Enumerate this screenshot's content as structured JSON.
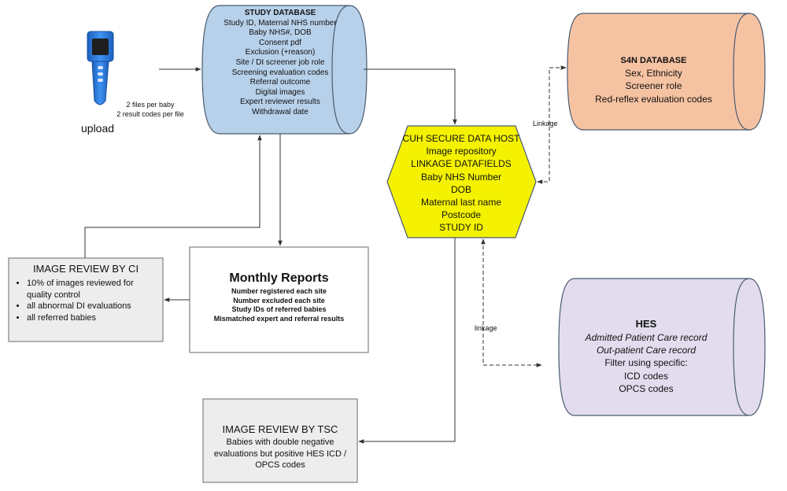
{
  "device": {
    "upload_label": "upload",
    "files_note": [
      "2 files per baby",
      "2 result codes per file"
    ]
  },
  "study_db": {
    "title": "STUDY DATABASE",
    "fields": [
      "Study ID, Maternal NHS number",
      "Baby NHS#, DOB",
      "Consent pdf",
      "Exclusion (+reason)",
      "Site / DI screener job role",
      "Screening evaluation codes",
      "Referral outcome",
      "Digital images",
      "Expert reviewer results",
      "Withdrawal date"
    ]
  },
  "s4n_db": {
    "title": "S4N DATABASE",
    "fields": [
      "Sex, Ethnicity",
      "Screener role",
      "Red-reflex evaluation codes"
    ]
  },
  "cuh_host": {
    "lines": [
      "CUH SECURE DATA HOST",
      "Image repository",
      "LINKAGE DATAFIELDS",
      "Baby NHS Number",
      "DOB",
      "Maternal last name",
      "Postcode",
      "STUDY ID"
    ]
  },
  "image_review_ci": {
    "title": "IMAGE REVIEW BY CI",
    "items": [
      "10% of images reviewed for quality control",
      "all abnormal DI evaluations",
      "all referred babies"
    ]
  },
  "monthly_reports": {
    "title": "Monthly Reports",
    "items": [
      "Number registered each site",
      "Number excluded each site",
      "Study IDs of referred babies",
      "Mismatched expert  and referral results"
    ]
  },
  "hes": {
    "title": "HES",
    "italic_lines": [
      "Admitted Patient Care record",
      "Out-patient Care record"
    ],
    "lines": [
      "Filter using specific:",
      "ICD codes",
      "OPCS codes"
    ]
  },
  "image_review_tsc": {
    "title": "IMAGE REVIEW BY TSC",
    "lines": [
      "Babies with double negative",
      "evaluations but positive HES ICD /",
      "OPCS codes"
    ]
  },
  "links": {
    "linkage_upper": "Linkage",
    "linkage_lower": "linkage"
  },
  "colors": {
    "study_db_fill": "#b7d1ea",
    "s4n_fill": "#f6c3a2",
    "cuh_fill": "#f4f200",
    "hes_fill": "#e2dcee",
    "box_fill": "#ededed",
    "device_blue": "#2f7fe0"
  }
}
